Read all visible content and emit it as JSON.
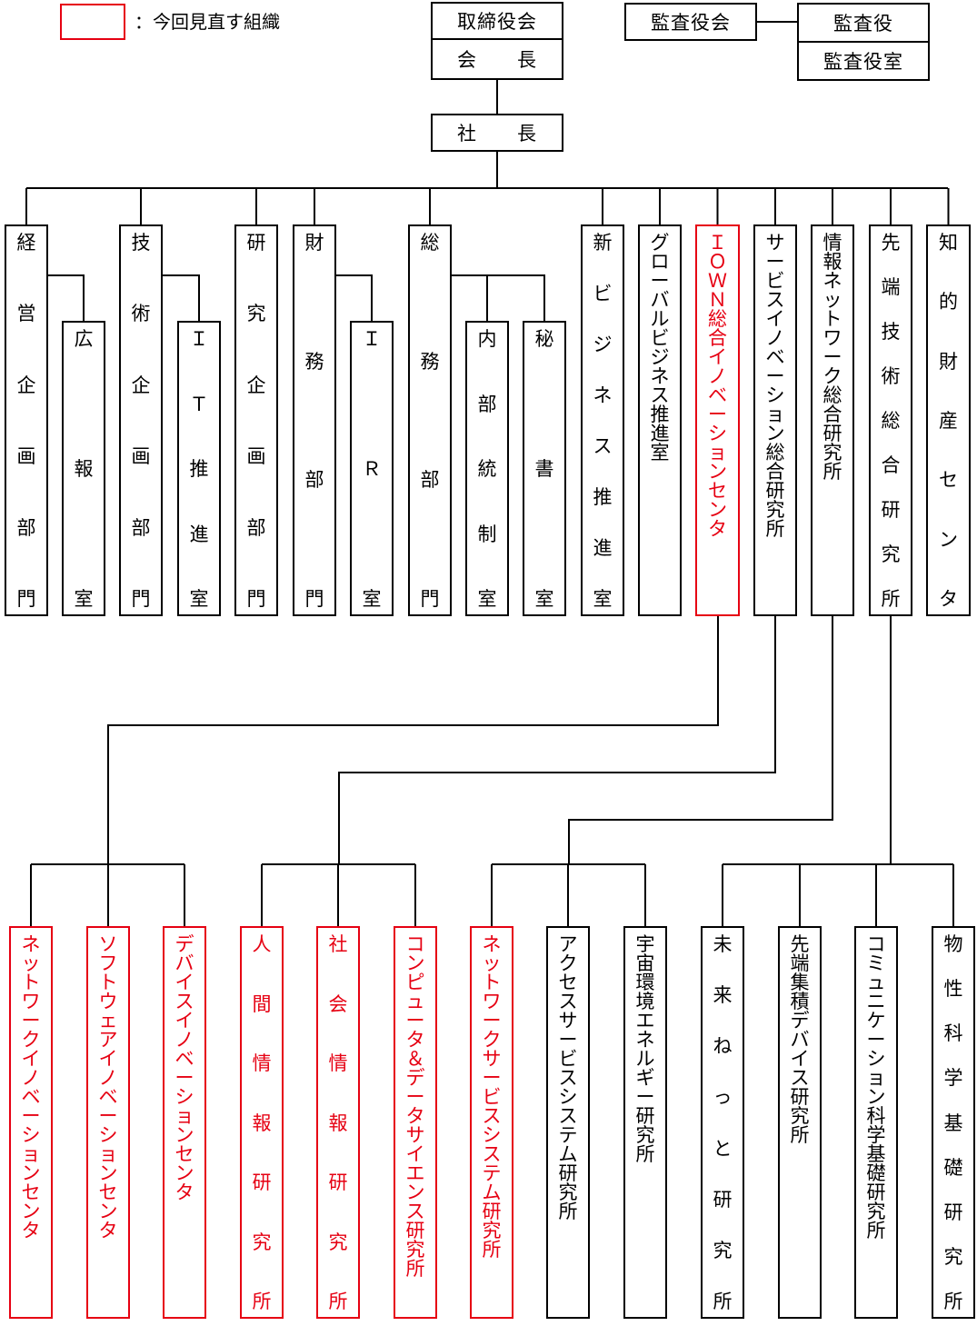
{
  "legend": {
    "text": "：今回見直す組織",
    "color": "#e60012"
  },
  "top": {
    "board": "取締役会",
    "chairman": "会　　長",
    "president": "社　　長",
    "audit_board": "監査役会",
    "auditor": "監査役",
    "audit_office": "監査役室"
  },
  "departments": [
    {
      "id": "keiei",
      "label": "経営企画部門",
      "highlight": false
    },
    {
      "id": "koho",
      "label": "広報室",
      "highlight": false
    },
    {
      "id": "gijutsu",
      "label": "技術企画部門",
      "highlight": false
    },
    {
      "id": "it",
      "label": "ＩＴ推進室",
      "highlight": false
    },
    {
      "id": "kenkyu",
      "label": "研究企画部門",
      "highlight": false
    },
    {
      "id": "zaimu",
      "label": "財務部門",
      "highlight": false
    },
    {
      "id": "ir",
      "label": "ＩＲ室",
      "highlight": false
    },
    {
      "id": "somu",
      "label": "総務部門",
      "highlight": false
    },
    {
      "id": "naibu",
      "label": "内部統制室",
      "highlight": false
    },
    {
      "id": "hisho",
      "label": "秘書室",
      "highlight": false
    },
    {
      "id": "shinbiz",
      "label": "新ビジネス推進室",
      "highlight": false
    },
    {
      "id": "global",
      "label": "グローバルビジネス推進室",
      "highlight": false
    },
    {
      "id": "iown",
      "label": "ＩＯＷＮ総合イノベーションセンタ",
      "highlight": true
    },
    {
      "id": "service",
      "label": "サービスイノベーション総合研究所",
      "highlight": false
    },
    {
      "id": "network",
      "label": "情報ネットワーク総合研究所",
      "highlight": false
    },
    {
      "id": "sentan",
      "label": "先端技術総合研究所",
      "highlight": false
    },
    {
      "id": "chiteki",
      "label": "知的財産センタ",
      "highlight": false
    }
  ],
  "labs": [
    {
      "id": "nw-innov",
      "label": "ネットワークイノベーションセンタ",
      "highlight": true
    },
    {
      "id": "sw-innov",
      "label": "ソフトウェアイノベーションセンタ",
      "highlight": true
    },
    {
      "id": "dev-innov",
      "label": "デバイスイノベーションセンタ",
      "highlight": true
    },
    {
      "id": "ningen",
      "label": "人間情報研究所",
      "highlight": true
    },
    {
      "id": "shakai",
      "label": "社会情報研究所",
      "highlight": true
    },
    {
      "id": "comp-ds",
      "label": "コンピュータ＆データサイエンス研究所",
      "highlight": true
    },
    {
      "id": "nw-service",
      "label": "ネットワークサービスシステム研究所",
      "highlight": true
    },
    {
      "id": "access",
      "label": "アクセスサービスシステム研究所",
      "highlight": false
    },
    {
      "id": "uchu",
      "label": "宇宙環境エネルギー研究所",
      "highlight": false
    },
    {
      "id": "mirai",
      "label": "未来ねっと研究所",
      "highlight": false
    },
    {
      "id": "shuseki",
      "label": "先端集積デバイス研究所",
      "highlight": false
    },
    {
      "id": "comm-sci",
      "label": "コミュニケーション科学基礎研究所",
      "highlight": false
    },
    {
      "id": "bussei",
      "label": "物性科学基礎研究所",
      "highlight": false
    }
  ]
}
